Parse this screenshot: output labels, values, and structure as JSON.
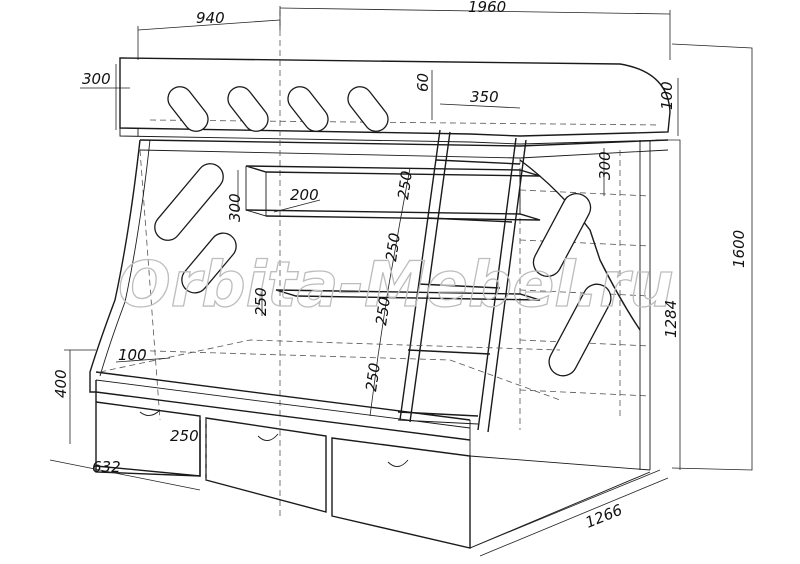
{
  "watermark": "Orbita-Mebel.ru",
  "dimensions": {
    "top_left_width": "940",
    "total_length": "1960",
    "upper_rail_height": "300",
    "ladder_offset": "60",
    "ladder_width": "350",
    "rail_thickness": "100",
    "back_shelf_spacing": "300",
    "shelf_height": "300",
    "shelf_depth": "200",
    "step_1": "250",
    "step_2": "250",
    "step_3": "250",
    "step_4": "250",
    "lower_gap": "250",
    "total_height": "1600",
    "lower_bed_height": "1284",
    "drawer_height": "400",
    "lower_rail": "100",
    "drawer_front": "250",
    "drawer_depth": "632",
    "total_depth": "1266"
  }
}
